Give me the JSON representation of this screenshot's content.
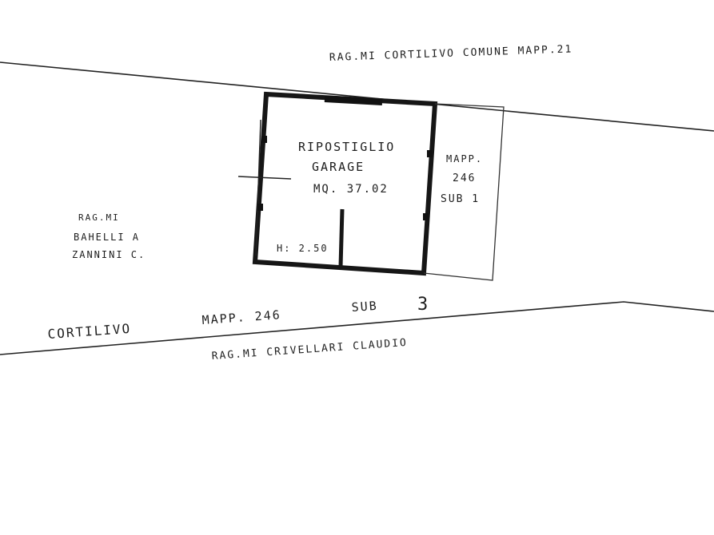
{
  "labels": {
    "top_neighbor": "RAG.MI   CORTILIVO  COMUNE  MAPP.21",
    "room_name": "RIPOSTIGLIO",
    "room_use": "GARAGE",
    "room_area": "MQ. 37.02",
    "room_height": "H: 2.50",
    "side_unit_line1": "MAPP.",
    "side_unit_line2": "246",
    "side_unit_line3": "SUB 1",
    "left_neighbor_line1": "RAG.MI",
    "left_neighbor_line2": "BAHELLI A",
    "left_neighbor_line3": "ZANNINI C.",
    "courtyard_word": "CORTILIVO",
    "courtyard_ref": "MAPP.  246",
    "courtyard_sub": "SUB",
    "courtyard_sub_num": "3",
    "bottom_neighbor": "RAG.MI  CRIVELLARI  CLAUDIO"
  },
  "colors": {
    "ink": "#1e1e1e",
    "paper": "#ffffff"
  }
}
